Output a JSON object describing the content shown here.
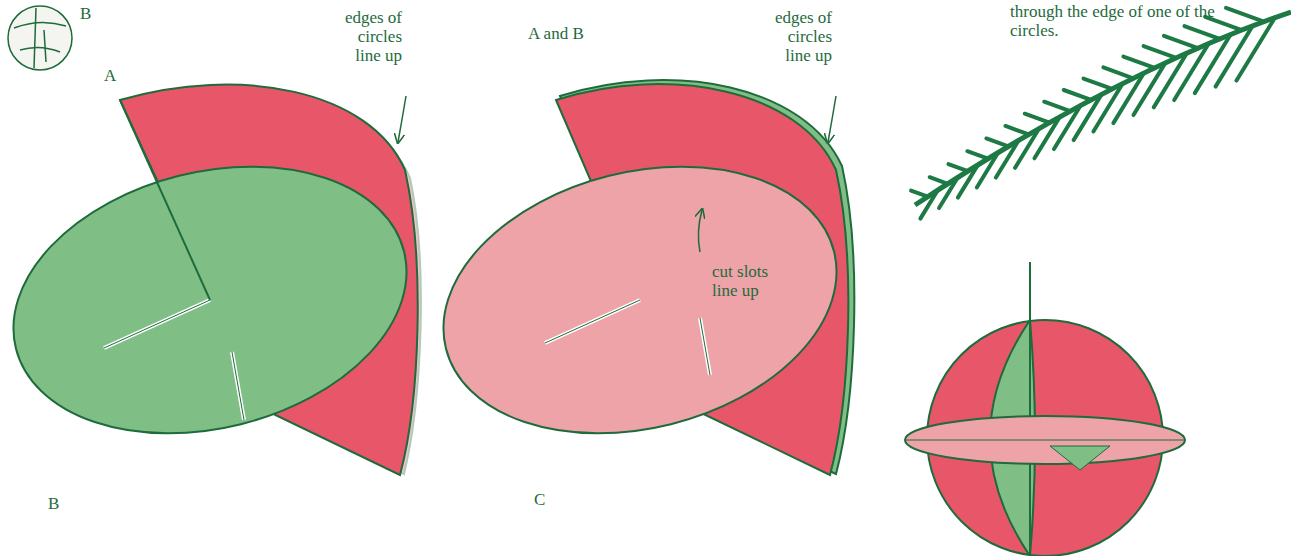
{
  "diagram": {
    "labels": [
      "B",
      "A",
      "edges of circles line up",
      "B",
      "A and B",
      "edges of circles line up",
      "cut slots line up",
      "C",
      "through the edge of one of the circles."
    ]
  }
}
